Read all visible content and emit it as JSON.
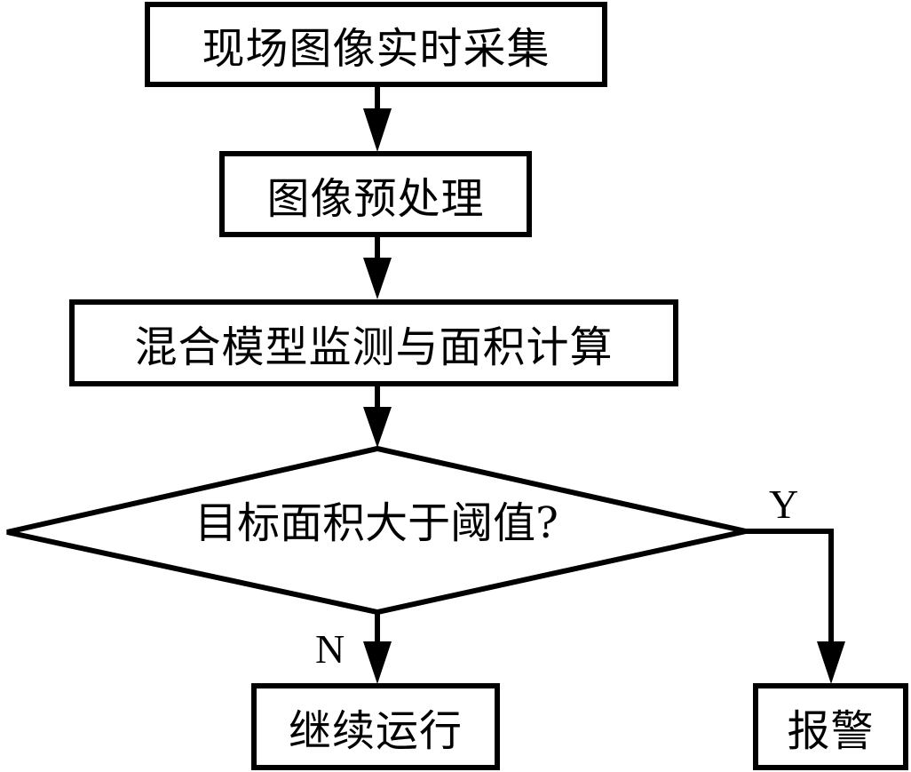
{
  "diagram": {
    "type": "flowchart",
    "nodes": [
      {
        "id": "capture",
        "shape": "process",
        "text": "现场图像实时采集"
      },
      {
        "id": "preprocess",
        "shape": "process",
        "text": "图像预处理"
      },
      {
        "id": "detect",
        "shape": "process",
        "text": "混合模型监测与面积计算"
      },
      {
        "id": "decision",
        "shape": "decision",
        "text": "目标面积大于阈值?"
      },
      {
        "id": "continue",
        "shape": "process",
        "text": "继续运行"
      },
      {
        "id": "alarm",
        "shape": "process",
        "text": "报警"
      }
    ],
    "edges": [
      {
        "from": "capture",
        "to": "preprocess",
        "label": ""
      },
      {
        "from": "preprocess",
        "to": "detect",
        "label": ""
      },
      {
        "from": "detect",
        "to": "decision",
        "label": ""
      },
      {
        "from": "decision",
        "to": "continue",
        "label": "N"
      },
      {
        "from": "decision",
        "to": "alarm",
        "label": "Y"
      }
    ],
    "colors": {
      "stroke": "#000000",
      "fill": "#ffffff",
      "text": "#000000"
    }
  }
}
